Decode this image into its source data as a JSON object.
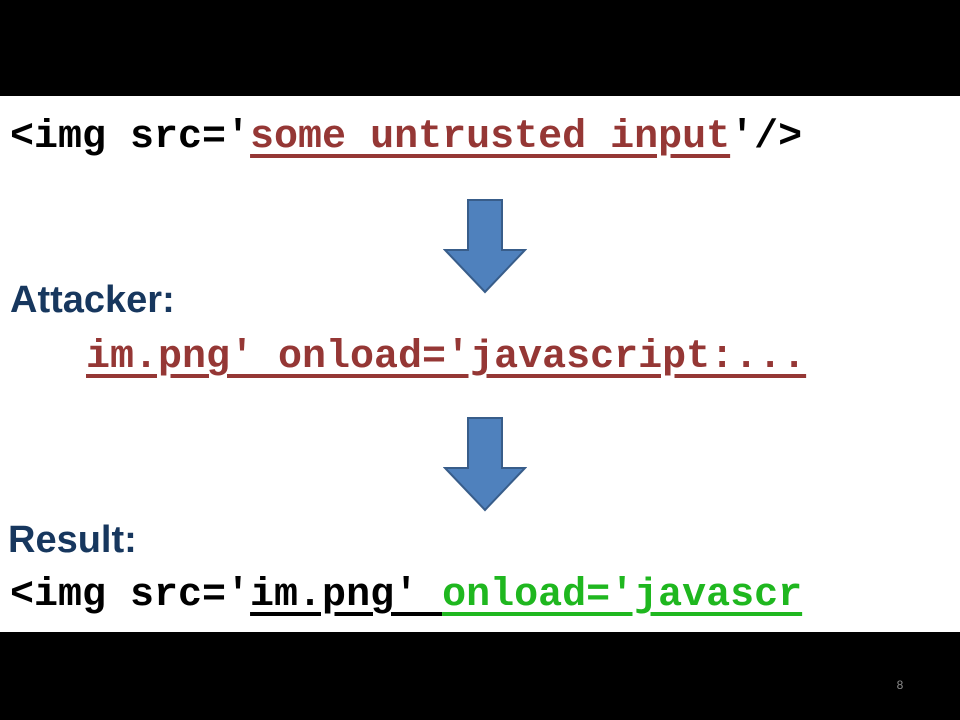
{
  "line1": {
    "prefix": "<img src='",
    "untrusted": "some untrusted input",
    "suffix": "'/>"
  },
  "attacker": {
    "label": "Attacker:",
    "payload": "im.png' onload='javascript:..."
  },
  "result": {
    "label": "Result:",
    "prefix": "<img src='",
    "src_part": "im.png' ",
    "injected_part": "onload='javascr"
  },
  "slide": {
    "page_number": "8"
  },
  "colors": {
    "background": "#000000",
    "content_background": "#ffffff",
    "untrusted_red": "#953735",
    "label_navy": "#17375e",
    "injected_green": "#1fb71f",
    "arrow_fill": "#4f81bd",
    "arrow_stroke": "#385d8a"
  },
  "icons": {
    "arrow": "arrow-down-icon"
  }
}
